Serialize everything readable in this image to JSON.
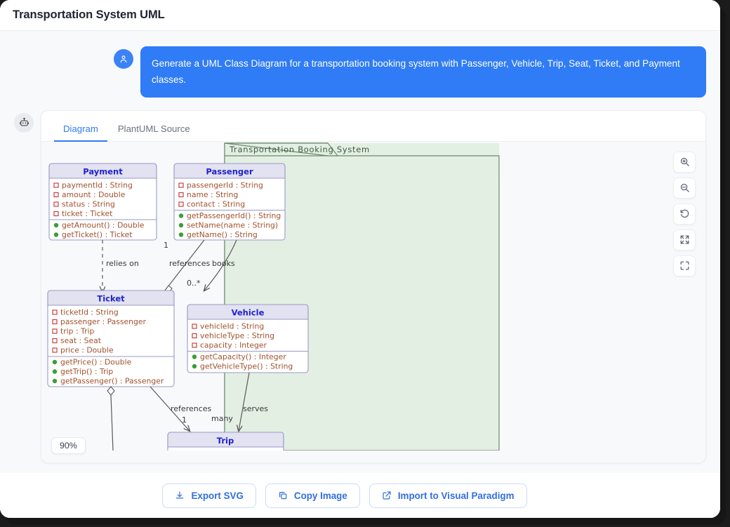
{
  "window": {
    "title": "Transportation System UML"
  },
  "conversation": {
    "user_avatar_icon": "user-icon",
    "bot_avatar_icon": "robot-icon",
    "user_message": "Generate a UML Class Diagram for a transportation booking system with Passenger, Vehicle, Trip, Seat, Ticket, and Payment classes."
  },
  "tabs": [
    {
      "label": "Diagram",
      "active": true
    },
    {
      "label": "PlantUML Source",
      "active": false
    }
  ],
  "diagram_toolbar": [
    {
      "name": "zoom-in-icon",
      "title": "Zoom In"
    },
    {
      "name": "zoom-out-icon",
      "title": "Zoom Out"
    },
    {
      "name": "reset-icon",
      "title": "Reset"
    },
    {
      "name": "fit-screen-icon",
      "title": "Fit to Screen"
    },
    {
      "name": "fullscreen-icon",
      "title": "Fullscreen"
    }
  ],
  "zoom_level": "90%",
  "actions": [
    {
      "label": "Export SVG",
      "icon": "download-icon"
    },
    {
      "label": "Copy Image",
      "icon": "copy-icon"
    },
    {
      "label": "Import to Visual Paradigm",
      "icon": "external-link-icon"
    }
  ],
  "colors": {
    "accent": "#2f7cf6",
    "bubble": "#2f7cf6",
    "package_fill": "#e4efe4",
    "package_stroke": "#6a8a6a",
    "class_header_fill": "#e2e2f0",
    "class_body_fill": "#ffffff",
    "class_stroke": "#9a9ac8",
    "class_title_text": "#2222cc",
    "attribute_text": "#a0522d",
    "private_marker": "#c9423f",
    "public_marker": "#3c9c3c",
    "canvas": "#f8f9fb"
  },
  "chart_data": {
    "type": "diagram",
    "diagram_type": "uml-class-diagram",
    "package": "Transportation Booking System",
    "classes": [
      {
        "name": "Payment",
        "attributes": [
          "paymentId : String",
          "amount : Double",
          "status : String",
          "ticket : Ticket"
        ],
        "methods": [
          "getAmount() : Double",
          "getTicket() : Ticket"
        ]
      },
      {
        "name": "Passenger",
        "attributes": [
          "passengerId : String",
          "name : String",
          "contact : String"
        ],
        "methods": [
          "getPassengerId() : String",
          "setName(name : String)",
          "getName() : String"
        ]
      },
      {
        "name": "Ticket",
        "attributes": [
          "ticketId : String",
          "passenger : Passenger",
          "trip : Trip",
          "seat : Seat",
          "price : Double"
        ],
        "methods": [
          "getPrice() : Double",
          "getTrip() : Trip",
          "getPassenger() : Passenger"
        ]
      },
      {
        "name": "Vehicle",
        "attributes": [
          "vehicleId : String",
          "vehicleType : String",
          "capacity : Integer"
        ],
        "methods": [
          "getCapacity() : Integer",
          "getVehicleType() : String"
        ]
      },
      {
        "name": "Trip",
        "attributes": [],
        "methods": []
      }
    ],
    "relationships": [
      {
        "from": "Payment",
        "to": "Ticket",
        "label": "relies on",
        "type": "dependency",
        "multiplicity": ""
      },
      {
        "from": "Passenger",
        "to": "Ticket",
        "label": "references",
        "type": "aggregation",
        "multiplicity": "1"
      },
      {
        "from": "Passenger",
        "to": "Ticket",
        "label": "books",
        "type": "association",
        "multiplicity": "0..*"
      },
      {
        "from": "Ticket",
        "to": "Trip",
        "label": "references",
        "type": "association",
        "multiplicity": "1"
      },
      {
        "from": "Vehicle",
        "to": "Trip",
        "label": "serves",
        "type": "association",
        "multiplicity": "many"
      }
    ]
  }
}
